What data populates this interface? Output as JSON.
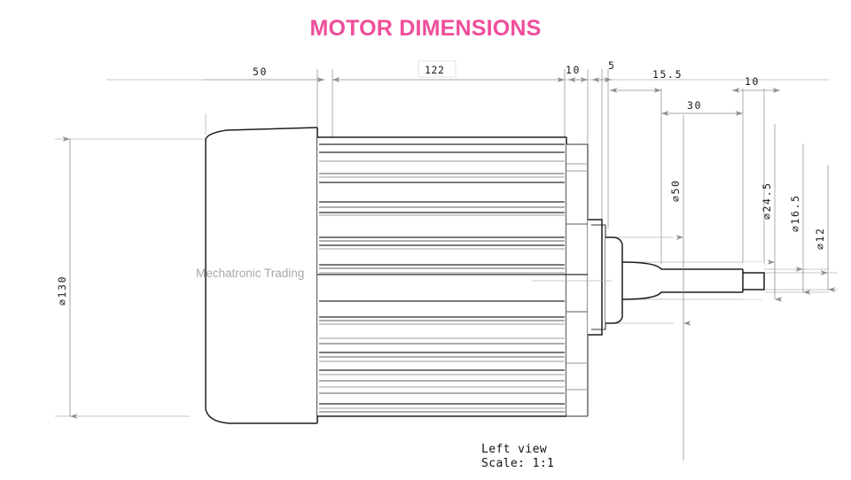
{
  "page": {
    "title": "MOTOR DIMENSIONS",
    "title_color": "#ef4e9b",
    "background": "#ffffff",
    "watermark": "Mechatronic Trading",
    "watermark_color": "#a8a8a8"
  },
  "view_label": {
    "line1": "Left view",
    "line2": "Scale:  1:1"
  },
  "dimensions": {
    "horizontal": [
      {
        "name": "rear-cover-length",
        "label": "50",
        "value": 50,
        "unit": "mm"
      },
      {
        "name": "finned-body-length",
        "label": "122",
        "value": 122,
        "unit": "mm",
        "boxed": true
      },
      {
        "name": "front-housing-length",
        "label": "10",
        "value": 10,
        "unit": "mm"
      },
      {
        "name": "flange-thickness",
        "label": "5",
        "value": 5,
        "unit": "mm"
      },
      {
        "name": "shaft-total-length",
        "label": "15.5",
        "value": 15.5,
        "unit": "mm"
      },
      {
        "name": "shaft-step-length",
        "label": "30",
        "value": 30,
        "unit": "mm"
      },
      {
        "name": "shaft-tip-length",
        "label": "10",
        "value": 10,
        "unit": "mm"
      }
    ],
    "vertical": [
      {
        "name": "motor-body-diameter",
        "label": "⌀130",
        "symbol": "⌀",
        "value": 130,
        "unit": "mm"
      },
      {
        "name": "shaft-flange-diameter",
        "label": "⌀50",
        "symbol": "⌀",
        "value": 50,
        "unit": "mm"
      },
      {
        "name": "shaft-shoulder-diameter",
        "label": "⌀24.5",
        "symbol": "⌀",
        "value": 24.5,
        "unit": "mm"
      },
      {
        "name": "shaft-main-diameter",
        "label": "⌀16.5",
        "symbol": "⌀",
        "value": 16.5,
        "unit": "mm"
      },
      {
        "name": "shaft-tip-diameter",
        "label": "⌀12",
        "symbol": "⌀",
        "value": 12,
        "unit": "mm"
      }
    ]
  }
}
